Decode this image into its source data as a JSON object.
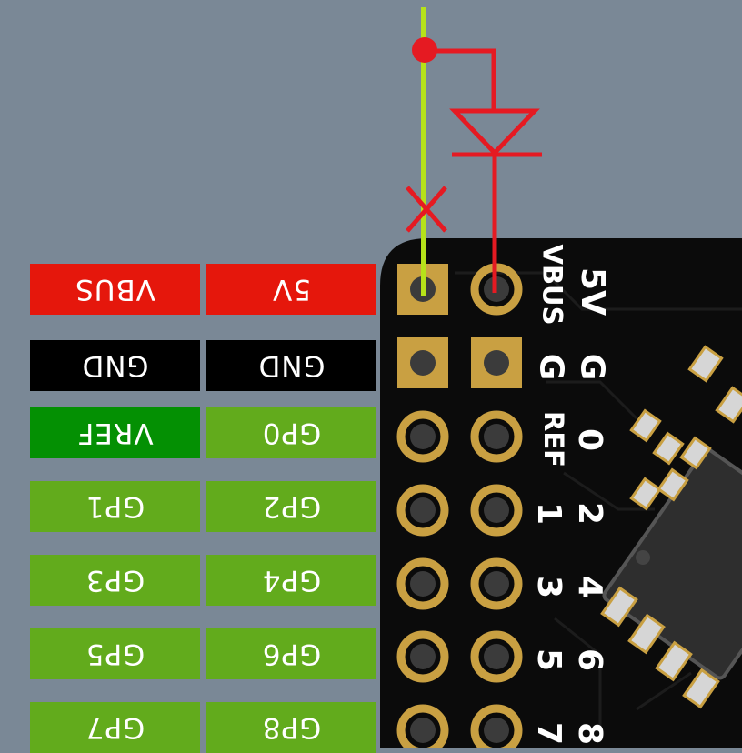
{
  "labels": {
    "row0": [
      "VBUS",
      "5V"
    ],
    "row1": [
      "GND",
      "GND"
    ],
    "row2": [
      "VREF",
      "GP0"
    ],
    "row3": [
      "GP1",
      "GP2"
    ],
    "row4": [
      "GP3",
      "GP4"
    ],
    "row5": [
      "GP5",
      "GP6"
    ],
    "row6": [
      "GP7",
      "GP8"
    ]
  },
  "silkscreen": {
    "col_outer": [
      "5V",
      "G",
      "0",
      "2",
      "4",
      "6",
      "8"
    ],
    "col_inner": [
      "VBUS",
      "G",
      "REF",
      "1",
      "3",
      "5",
      "7"
    ]
  },
  "colors": {
    "background": "#7a8896",
    "power_red": "#e5170c",
    "ground_black": "#000000",
    "vref_green": "#049003",
    "gpio_green": "#62ab1c",
    "pad_gold": "#c9a042",
    "wire_lime": "#b6e219",
    "wire_red": "#e51a22",
    "pcb_black": "#0b0b0b"
  }
}
